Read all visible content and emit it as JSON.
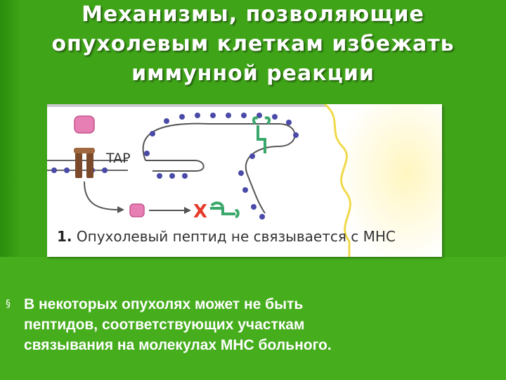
{
  "slide": {
    "title_lines": [
      "Механизмы, позволяющие",
      "опухолевым клеткам избежать",
      "иммунной реакции"
    ],
    "bullet_symbol": "§",
    "bullet_lines": [
      "В некоторых опухолях может не быть",
      "пептидов, соответствующих участкам",
      "связывания на молекулах МНС больного."
    ]
  },
  "figure": {
    "tap_label": "TAP",
    "blocked_mark": "X",
    "caption_number": "1.",
    "caption_text": "Опухолевый пептид не связывается с МНС",
    "colors": {
      "peptide": "#e87fb4",
      "tap_channel": "#7a4a2a",
      "ribosome_dot": "#4a4aa8",
      "mhc": "#3aa86a",
      "blocked_x": "#e63b2a",
      "membrane": "#555555",
      "cell_surface_glow": "#f3e27a"
    }
  }
}
